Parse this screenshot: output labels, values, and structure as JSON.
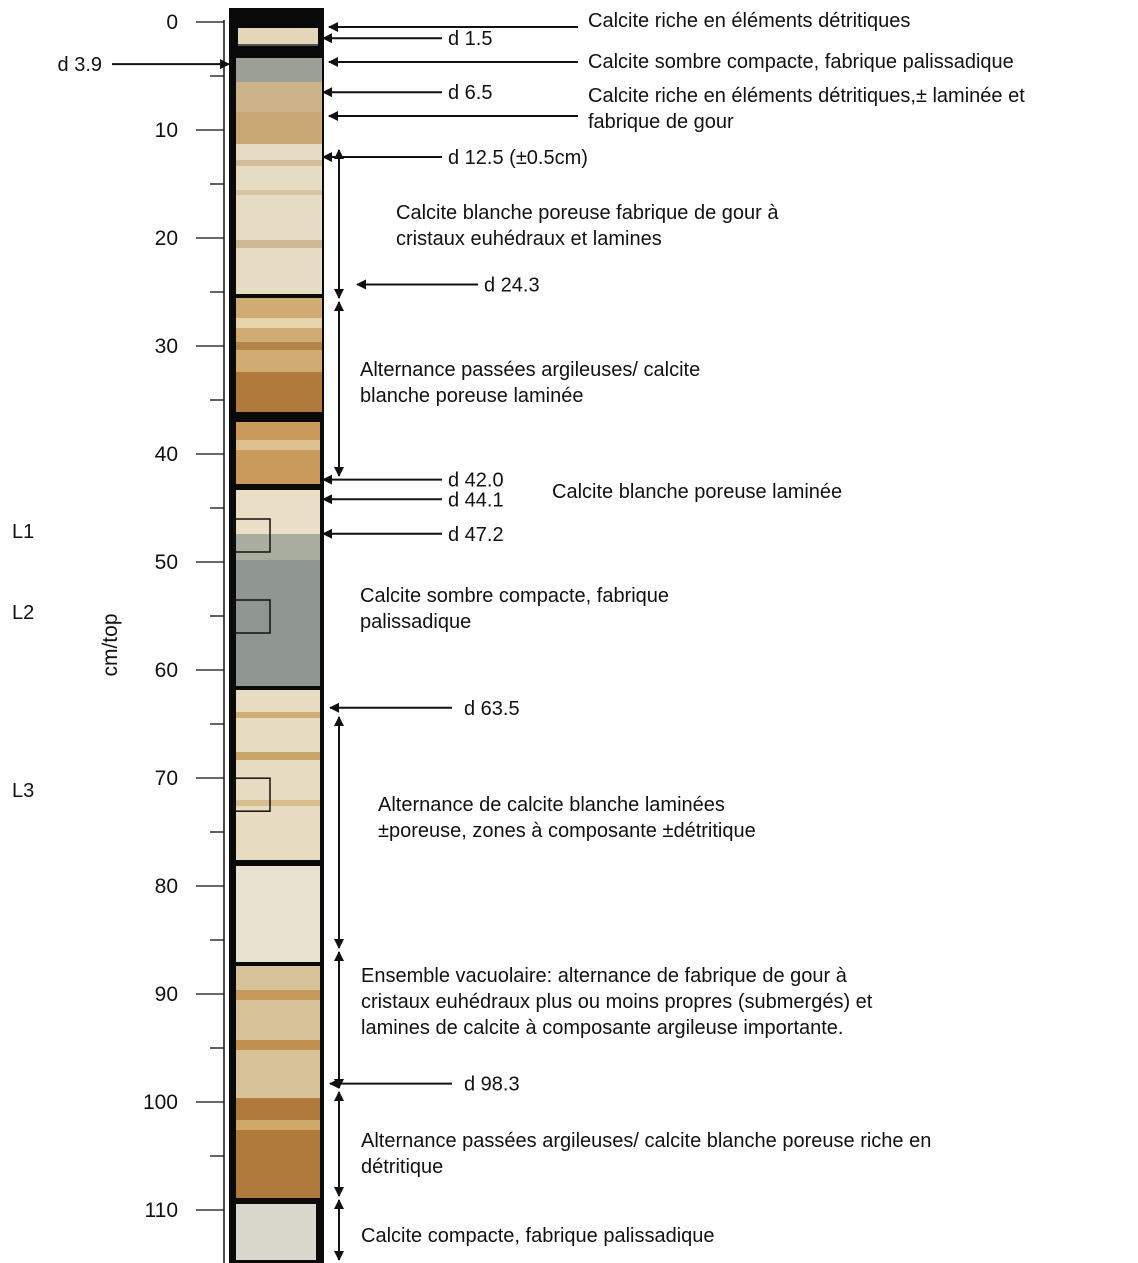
{
  "axis": {
    "label": "cm/top",
    "ticks": [
      "0",
      "10",
      "20",
      "30",
      "40",
      "50",
      "60",
      "70",
      "80",
      "90",
      "100",
      "110"
    ]
  },
  "samples": [
    {
      "label": "L1",
      "depth_cm": 47.5
    },
    {
      "label": "L2",
      "depth_cm": 55.0
    },
    {
      "label": "L3",
      "depth_cm": 71.5
    }
  ],
  "depth_marks": [
    {
      "label": "d 1.5",
      "depth_cm": 1.5
    },
    {
      "label": "d 3.9",
      "depth_cm": 3.9
    },
    {
      "label": "d 6.5",
      "depth_cm": 6.5
    },
    {
      "label": "d 12.5 (±0.5cm)",
      "depth_cm": 12.5
    },
    {
      "label": "d 24.3",
      "depth_cm": 24.3
    },
    {
      "label": "d 42.0",
      "depth_cm": 42.0
    },
    {
      "label": "d 44.1",
      "depth_cm": 44.1
    },
    {
      "label": "d 47.2",
      "depth_cm": 47.2
    },
    {
      "label": "d 63.5",
      "depth_cm": 63.5
    },
    {
      "label": "d 98.3",
      "depth_cm": 98.3
    }
  ],
  "facies": [
    {
      "lines": [
        "Calcite riche en éléments détritiques"
      ]
    },
    {
      "lines": [
        "Calcite sombre compacte, fabrique palissadique"
      ]
    },
    {
      "lines": [
        "Calcite riche en éléments détritiques,± laminée et",
        "fabrique de gour"
      ]
    },
    {
      "lines": [
        "Calcite blanche poreuse fabrique de gour à",
        "cristaux euhédraux et lamines"
      ]
    },
    {
      "lines": [
        "Alternance passées argileuses/ calcite",
        "blanche poreuse laminée"
      ]
    },
    {
      "lines": [
        "Calcite blanche poreuse laminée"
      ]
    },
    {
      "lines": [
        "Calcite sombre compacte, fabrique",
        "palissadique"
      ]
    },
    {
      "lines": [
        "Alternance de calcite blanche laminées",
        "±poreuse, zones à composante ±détritique"
      ]
    },
    {
      "lines": [
        "Ensemble vacuolaire: alternance de fabrique de gour à",
        "cristaux euhédraux plus ou moins propres (submergés) et",
        "lamines de calcite à composante argileuse importante."
      ]
    },
    {
      "lines": [
        "Alternance passées argileuses/ calcite blanche poreuse riche en",
        "détritique"
      ]
    },
    {
      "lines": [
        "Calcite compacte, fabrique palissadique"
      ]
    }
  ],
  "core_colors": {
    "background": "#0a0a0a",
    "light_calcite": "#e8dcc0",
    "dark_calcite": "#8f958f",
    "detrital": "#c79a5a",
    "clay": "#b07a3c"
  }
}
